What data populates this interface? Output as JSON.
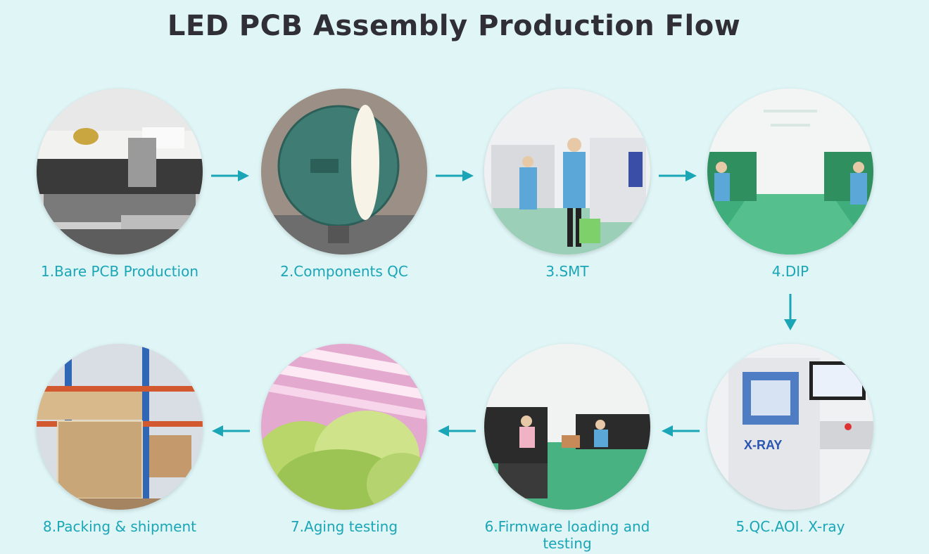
{
  "title": "LED PCB Assembly Production Flow",
  "steps": [
    {
      "label": "1.Bare PCB Production",
      "photo": "stencil-printer-machine"
    },
    {
      "label": "2.Components QC",
      "photo": "integrating-sphere"
    },
    {
      "label": "3.SMT",
      "photo": "smt-line-workers"
    },
    {
      "label": "4.DIP",
      "photo": "dip-assembly-line"
    },
    {
      "label": "5.QC.AOI. X-ray",
      "photo": "x-ray-inspection-machine",
      "machine_text": "X-RAY"
    },
    {
      "label": "6.Firmware loading and testing",
      "photo": "firmware-test-workshop"
    },
    {
      "label": "7.Aging testing",
      "photo": "grow-light-lettuce"
    },
    {
      "label": "8.Packing & shipment",
      "photo": "warehouse-boxes"
    }
  ],
  "colors": {
    "accent": "#1aa6b7",
    "title": "#2f2f35",
    "background": "#dff5f6"
  }
}
